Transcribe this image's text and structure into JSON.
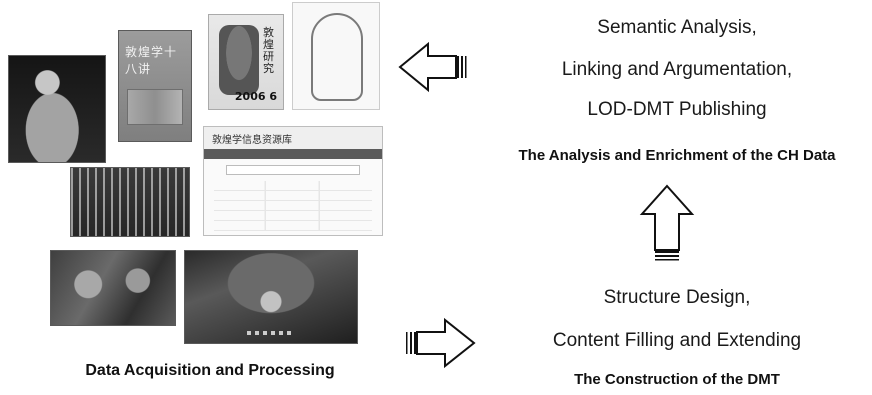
{
  "top_right": {
    "lines": [
      "Semantic Analysis,",
      "Linking and Argumentation,",
      "LOD-DMT Publishing"
    ],
    "caption": "The Analysis and Enrichment of the CH Data"
  },
  "bottom_right": {
    "lines": [
      "Structure Design,",
      "Content Filling and Extending"
    ],
    "caption": "The Construction of the DMT"
  },
  "bottom_left": {
    "caption": "Data Acquisition and Processing"
  },
  "images": {
    "book_cover_title": "敦煌学十八讲",
    "journal_title": "敦煌研究",
    "journal_issue": "2006 6",
    "website_title": "敦煌学信息资源库"
  },
  "colors": {
    "text": "#1a1a1a",
    "arrow_stroke": "#111111",
    "arrow_fill": "#ffffff"
  },
  "icons": {
    "arrow_left": "hollow-left-arrow-icon",
    "arrow_up": "hollow-up-arrow-icon",
    "arrow_right": "hollow-right-arrow-icon"
  }
}
